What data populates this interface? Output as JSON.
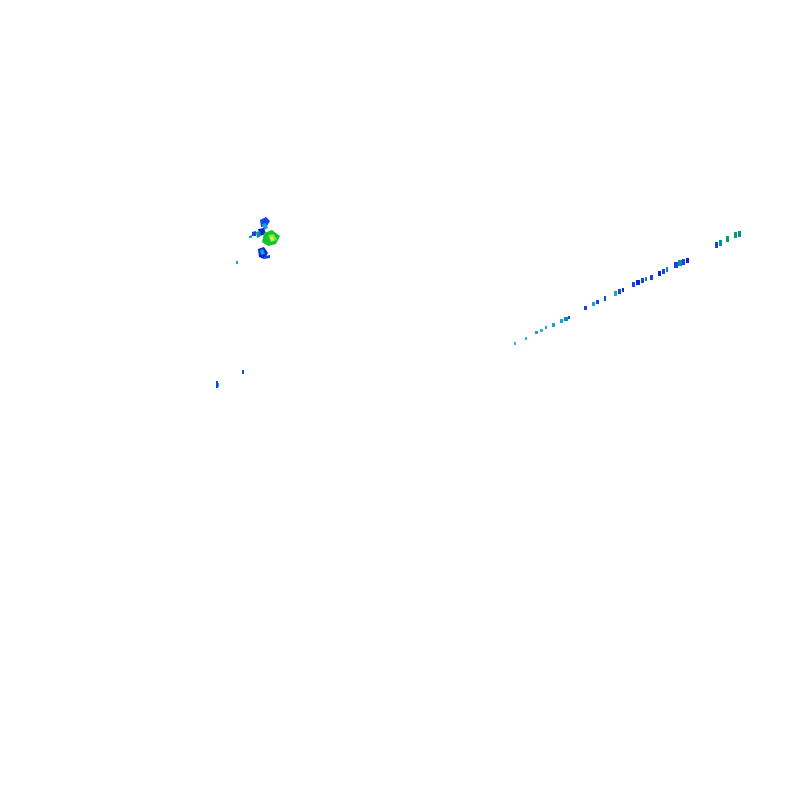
{
  "map": {
    "background": "#ffffff",
    "palette": {
      "light-cyan": "#2fb4e6",
      "cyan": "#1aa0d8",
      "teal": "#0a8f9a",
      "blue": "#1446e6",
      "dark-blue": "#0a28c8",
      "sea-green": "#0a9a78",
      "green": "#17c22a",
      "lime": "#6ee05a",
      "yellow": "#e6f01e"
    },
    "echo_groups": [
      {
        "id": "cluster-northwest",
        "colors": [
          "blue",
          "dark-blue",
          "cyan",
          "teal",
          "green",
          "lime",
          "yellow"
        ]
      },
      {
        "id": "isolated-west",
        "colors": [
          "blue",
          "cyan"
        ]
      },
      {
        "id": "band-east",
        "colors": [
          "light-cyan",
          "cyan",
          "blue",
          "dark-blue",
          "teal",
          "sea-green"
        ]
      }
    ]
  }
}
